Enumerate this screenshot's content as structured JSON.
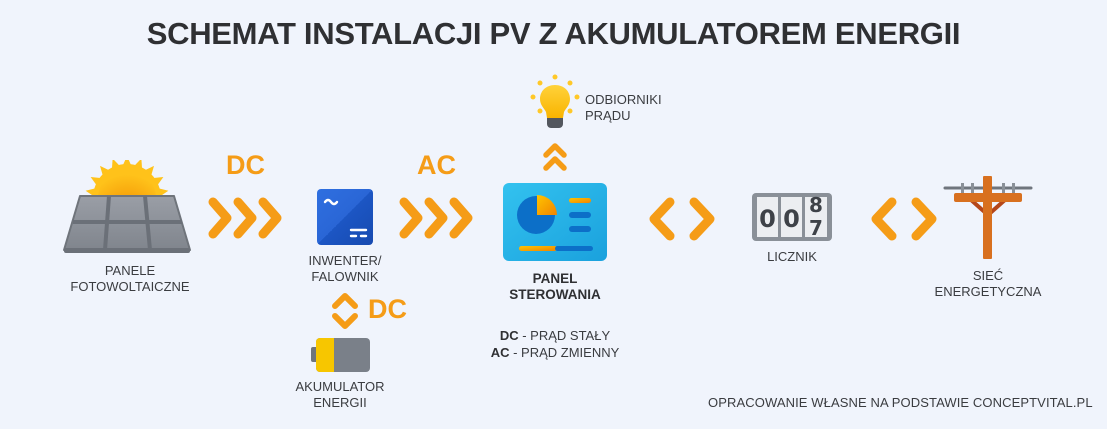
{
  "title": "SCHEMAT INSTALACJI PV Z AKUMULATOREM ENERGII",
  "colors": {
    "background": "#f0f4fc",
    "accent_orange": "#f59c17",
    "text_dark": "#2f3033",
    "inverter_blue": "#1f5fcf",
    "panel_cyan": "#2bb5e8",
    "battery_yellow": "#f7c600",
    "pole_brown": "#d2691e"
  },
  "nodes": {
    "pv_panels": {
      "label_line1": "PANELE",
      "label_line2": "FOTOWOLTAICZNE",
      "icon": "solar-panel-icon"
    },
    "inverter": {
      "label_line1": "INWENTER/",
      "label_line2": "FALOWNIK",
      "icon": "inverter-icon"
    },
    "battery": {
      "label_line1": "AKUMULATOR",
      "label_line2": "ENERGII",
      "icon": "battery-icon"
    },
    "control_panel": {
      "label_line1": "PANEL",
      "label_line2": "STEROWANIA",
      "icon": "dashboard-icon"
    },
    "consumers": {
      "label_line1": "ODBIORNIKI",
      "label_line2": "PRĄDU",
      "icon": "lightbulb-icon"
    },
    "meter": {
      "label": "LICZNIK",
      "icon": "meter-icon",
      "digits": [
        "0",
        "0",
        "7"
      ],
      "rolling_digit": "8"
    },
    "grid": {
      "label_line1": "SIEĆ",
      "label_line2": "ENERGETYCZNA",
      "icon": "power-pole-icon"
    }
  },
  "flows": {
    "pv_to_inverter": {
      "label": "DC",
      "direction": "right"
    },
    "inverter_to_panel": {
      "label": "AC",
      "direction": "right"
    },
    "inverter_battery": {
      "label": "DC",
      "direction": "bidirectional-vertical"
    },
    "panel_to_consumers": {
      "direction": "up"
    },
    "panel_meter": {
      "direction": "bidirectional-horizontal"
    },
    "meter_grid": {
      "direction": "bidirectional-horizontal"
    }
  },
  "legend": {
    "dc_abbr": "DC",
    "dc_text": " - PRĄD STAŁY",
    "ac_abbr": "AC",
    "ac_text": " - PRĄD ZMIENNY"
  },
  "credit": "OPRACOWANIE WŁASNE NA PODSTAWIE CONCEPTVITAL.PL"
}
